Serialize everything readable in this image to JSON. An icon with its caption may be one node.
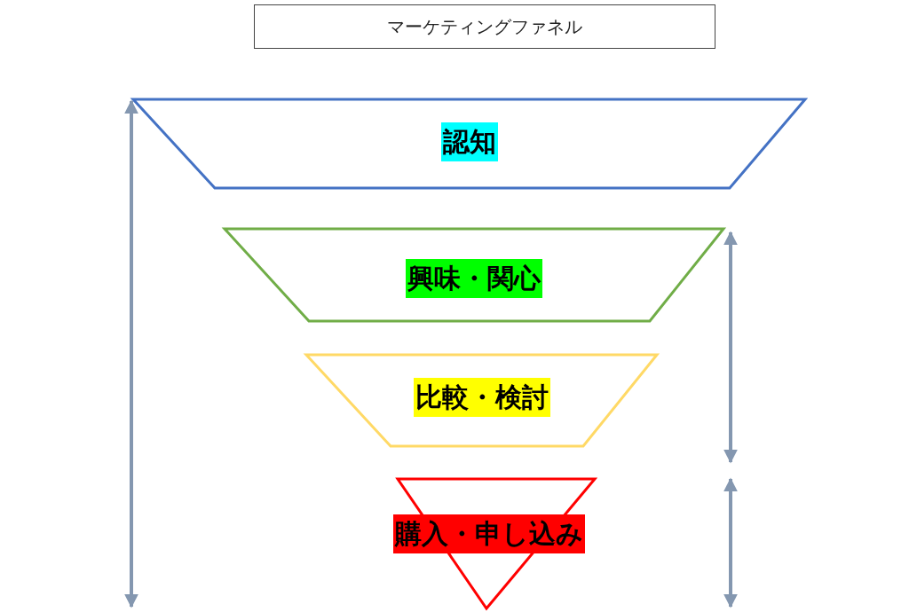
{
  "diagram": {
    "title": "マーケティングファネル",
    "nodes": [
      {
        "text": [
          "認知"
        ]
      },
      {
        "text": [
          "興味・関心"
        ]
      },
      {
        "text": [
          "比較・検討"
        ]
      },
      {
        "text": [
          "購入・申し込み"
        ]
      }
    ]
  }
}
